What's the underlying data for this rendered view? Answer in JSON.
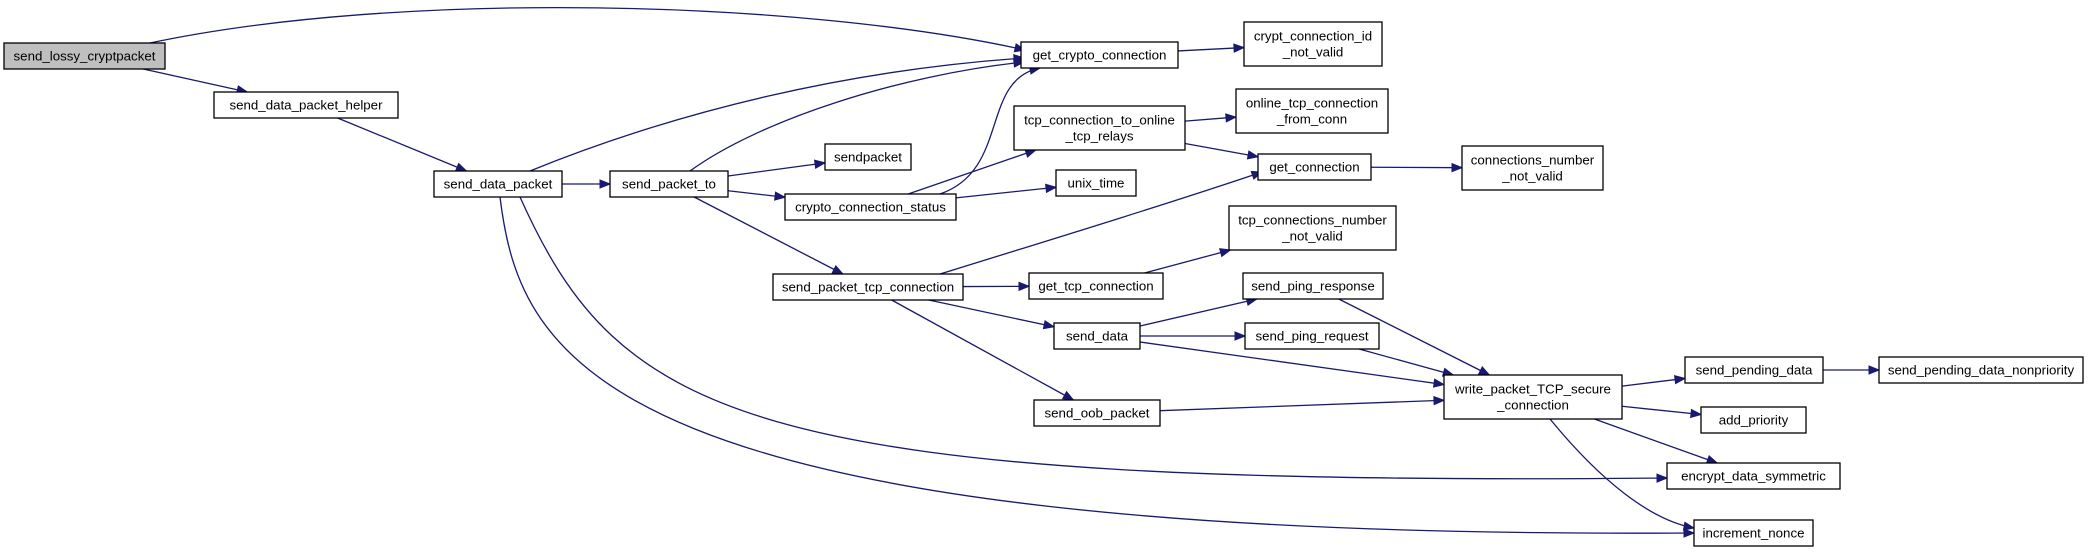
{
  "diagram": {
    "kind": "call-graph",
    "root": "send_lossy_cryptpacket",
    "colors": {
      "edge": "#191970",
      "root_fill": "#bfbfbf",
      "node_fill": "#ffffff",
      "node_border": "#000000"
    },
    "nodes": [
      {
        "id": "send_lossy_cryptpacket",
        "lines": [
          "send_lossy_cryptpacket"
        ],
        "root": true
      },
      {
        "id": "send_data_packet_helper",
        "lines": [
          "send_data_packet_helper"
        ]
      },
      {
        "id": "send_data_packet",
        "lines": [
          "send_data_packet"
        ]
      },
      {
        "id": "send_packet_to",
        "lines": [
          "send_packet_to"
        ]
      },
      {
        "id": "get_crypto_connection",
        "lines": [
          "get_crypto_connection"
        ]
      },
      {
        "id": "crypt_connection_id_not_valid",
        "lines": [
          "crypt_connection_id",
          "_not_valid"
        ]
      },
      {
        "id": "tcp_connection_to_online_tcp_relays",
        "lines": [
          "tcp_connection_to_online",
          "_tcp_relays"
        ]
      },
      {
        "id": "online_tcp_connection_from_conn",
        "lines": [
          "online_tcp_connection",
          "_from_conn"
        ]
      },
      {
        "id": "sendpacket",
        "lines": [
          "sendpacket"
        ]
      },
      {
        "id": "get_connection",
        "lines": [
          "get_connection"
        ]
      },
      {
        "id": "connections_number_not_valid",
        "lines": [
          "connections_number",
          "_not_valid"
        ]
      },
      {
        "id": "crypto_connection_status",
        "lines": [
          "crypto_connection_status"
        ]
      },
      {
        "id": "unix_time",
        "lines": [
          "unix_time"
        ]
      },
      {
        "id": "tcp_connections_number_not_valid",
        "lines": [
          "tcp_connections_number",
          "_not_valid"
        ]
      },
      {
        "id": "send_packet_tcp_connection",
        "lines": [
          "send_packet_tcp_connection"
        ]
      },
      {
        "id": "get_tcp_connection",
        "lines": [
          "get_tcp_connection"
        ]
      },
      {
        "id": "send_ping_response",
        "lines": [
          "send_ping_response"
        ]
      },
      {
        "id": "send_data",
        "lines": [
          "send_data"
        ]
      },
      {
        "id": "send_ping_request",
        "lines": [
          "send_ping_request"
        ]
      },
      {
        "id": "send_pending_data",
        "lines": [
          "send_pending_data"
        ]
      },
      {
        "id": "send_pending_data_nonpriority",
        "lines": [
          "send_pending_data_nonpriority"
        ]
      },
      {
        "id": "write_packet_TCP_secure_connection",
        "lines": [
          "write_packet_TCP_secure",
          "_connection"
        ]
      },
      {
        "id": "send_oob_packet",
        "lines": [
          "send_oob_packet"
        ]
      },
      {
        "id": "add_priority",
        "lines": [
          "add_priority"
        ]
      },
      {
        "id": "encrypt_data_symmetric",
        "lines": [
          "encrypt_data_symmetric"
        ]
      },
      {
        "id": "increment_nonce",
        "lines": [
          "increment_nonce"
        ]
      }
    ],
    "edges": [
      [
        "send_lossy_cryptpacket",
        "get_crypto_connection"
      ],
      [
        "send_lossy_cryptpacket",
        "send_data_packet_helper"
      ],
      [
        "send_data_packet_helper",
        "send_data_packet"
      ],
      [
        "send_data_packet",
        "get_crypto_connection"
      ],
      [
        "send_data_packet",
        "send_packet_to"
      ],
      [
        "send_data_packet",
        "encrypt_data_symmetric"
      ],
      [
        "send_data_packet",
        "increment_nonce"
      ],
      [
        "send_packet_to",
        "get_crypto_connection"
      ],
      [
        "send_packet_to",
        "sendpacket"
      ],
      [
        "send_packet_to",
        "crypto_connection_status"
      ],
      [
        "send_packet_to",
        "send_packet_tcp_connection"
      ],
      [
        "get_crypto_connection",
        "crypt_connection_id_not_valid"
      ],
      [
        "crypto_connection_status",
        "get_crypto_connection"
      ],
      [
        "crypto_connection_status",
        "tcp_connection_to_online_tcp_relays"
      ],
      [
        "crypto_connection_status",
        "unix_time"
      ],
      [
        "tcp_connection_to_online_tcp_relays",
        "online_tcp_connection_from_conn"
      ],
      [
        "tcp_connection_to_online_tcp_relays",
        "get_connection"
      ],
      [
        "get_connection",
        "connections_number_not_valid"
      ],
      [
        "send_packet_tcp_connection",
        "get_connection"
      ],
      [
        "send_packet_tcp_connection",
        "get_tcp_connection"
      ],
      [
        "send_packet_tcp_connection",
        "send_data"
      ],
      [
        "send_packet_tcp_connection",
        "send_oob_packet"
      ],
      [
        "get_tcp_connection",
        "tcp_connections_number_not_valid"
      ],
      [
        "send_data",
        "send_ping_response"
      ],
      [
        "send_data",
        "send_ping_request"
      ],
      [
        "send_data",
        "write_packet_TCP_secure_connection"
      ],
      [
        "send_ping_response",
        "write_packet_TCP_secure_connection"
      ],
      [
        "send_ping_request",
        "write_packet_TCP_secure_connection"
      ],
      [
        "send_oob_packet",
        "write_packet_TCP_secure_connection"
      ],
      [
        "write_packet_TCP_secure_connection",
        "send_pending_data"
      ],
      [
        "write_packet_TCP_secure_connection",
        "add_priority"
      ],
      [
        "write_packet_TCP_secure_connection",
        "encrypt_data_symmetric"
      ],
      [
        "write_packet_TCP_secure_connection",
        "increment_nonce"
      ],
      [
        "send_pending_data",
        "send_pending_data_nonpriority"
      ]
    ]
  }
}
